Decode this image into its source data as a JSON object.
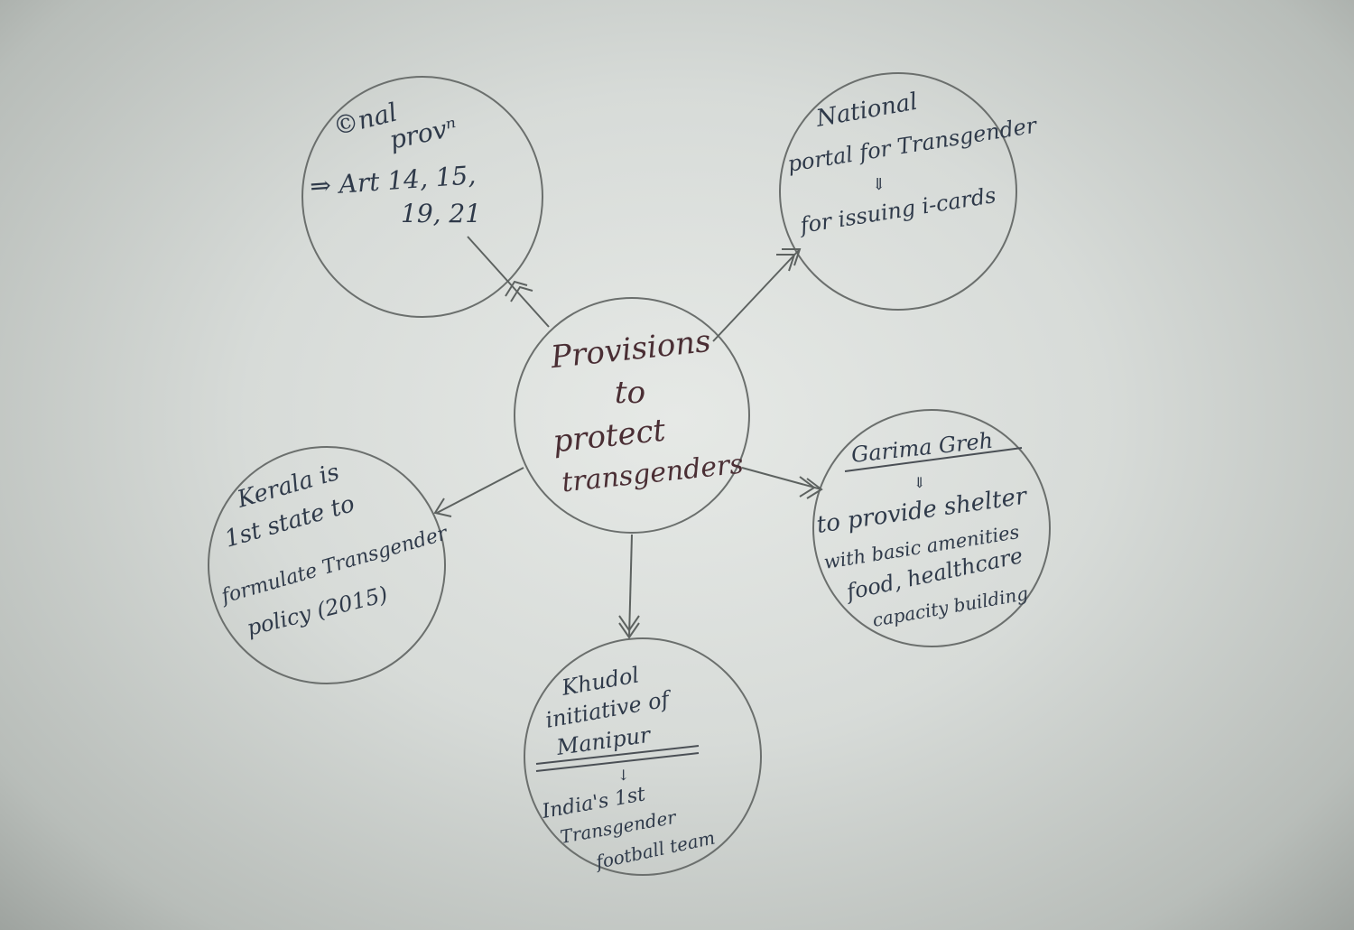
{
  "diagram": {
    "center": {
      "lines": [
        "Provisions",
        "to",
        "protect",
        "transgenders"
      ]
    },
    "nodes": {
      "constitutional": {
        "lines": [
          "©nal",
          "provⁿ",
          "⇒ Art 14, 15,",
          "19, 21"
        ]
      },
      "national_portal": {
        "lines": [
          "National",
          "portal for Transgender",
          "⇓",
          "for issuing i-cards"
        ]
      },
      "garima_greh": {
        "heading": "Garima Greh",
        "lines": [
          "⇓",
          "to provide shelter",
          "with basic amenities",
          "food, healthcare",
          "capacity building"
        ]
      },
      "khudol": {
        "lines": [
          "Khudol",
          "initiative of",
          "Manipur",
          "↓",
          "India's 1st",
          "Transgender",
          "football team"
        ]
      },
      "kerala": {
        "lines": [
          "Kerala is",
          "1st state to",
          "formulate Transgender",
          "policy (2015)"
        ]
      }
    }
  }
}
